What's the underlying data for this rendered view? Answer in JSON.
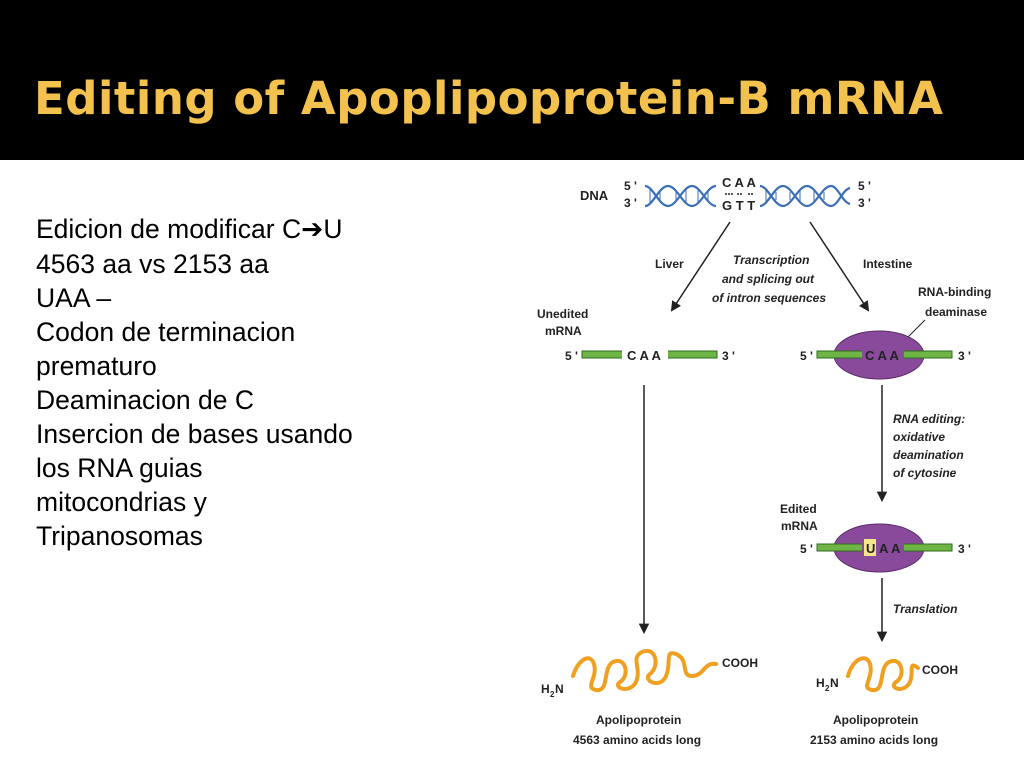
{
  "title": "Editing of Apoplipoprotein-B mRNA",
  "bullets": {
    "line1_prefix": "Edicion de modificar C",
    "line1_arrow": "➔",
    "line1_suffix": "U",
    "line2": "4563 aa vs 2153 aa",
    "line3": "UAA –",
    "line4": "Codon de terminacion",
    "line5": "prematuro",
    "line6": "Deaminacion de C",
    "line7": "Insercion de bases usando",
    "line8": "los RNA guias",
    "line9": "mitocondrias y",
    "line10": "Tripanosomas"
  },
  "diagram": {
    "dna_label": "DNA",
    "five_prime": "5 '",
    "three_prime": "3 '",
    "dna_top_codon": "C A A",
    "dna_bottom_codon": "G T T",
    "liver_label": "Liver",
    "intestine_label": "Intestine",
    "transcription_line1": "Transcription",
    "transcription_line2": "and splicing out",
    "transcription_line3": "of intron sequences",
    "unedited_line1": "Unedited",
    "unedited_line2": "mRNA",
    "unedited_codon": "C A A",
    "deaminase_line1": "RNA-binding",
    "deaminase_line2": "deaminase",
    "intestine_codon": "C A A",
    "editing_line1": "RNA editing:",
    "editing_line2": "oxidative",
    "editing_line3": "deamination",
    "editing_line4": "of cytosine",
    "edited_line1": "Edited",
    "edited_line2": "mRNA",
    "edited_u": "U",
    "edited_rest": "A A",
    "translation_label": "Translation",
    "h2n_h": "H",
    "h2n_sub": "2",
    "h2n_n": "N",
    "cooh": "COOH",
    "protein_left_line1": "Apolipoprotein",
    "protein_left_line2": "4563 amino acids long",
    "protein_right_line1": "Apolipoprotein",
    "protein_right_line2": "2153 amino acids long"
  },
  "colors": {
    "title_bg": "#000000",
    "title_text": "#f2c14e",
    "helix": "#3a6fb7",
    "mrna": "#6fb545",
    "deaminase": "#8a4a9c",
    "edited_u_highlight": "#f5e58a",
    "protein": "#f0a020"
  }
}
